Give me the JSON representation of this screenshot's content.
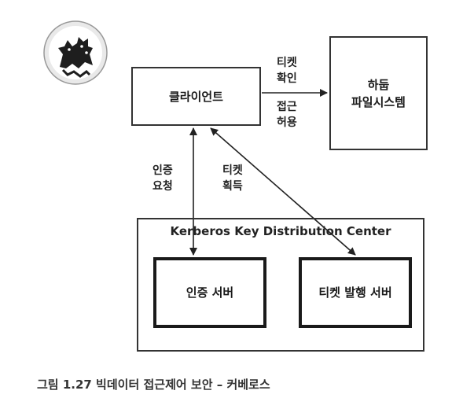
{
  "nodes": {
    "client": "클라이언트",
    "hadoop_fs": [
      "하둡",
      "파일시스템"
    ],
    "kdc_title": "Kerberos Key Distribution Center",
    "auth_server": "인증 서버",
    "ticket_server": "티켓 발행 서버"
  },
  "edges": {
    "ticket_verify": [
      "티켓",
      "확인"
    ],
    "access_allow": [
      "접근",
      "허용"
    ],
    "auth_request": [
      "인증",
      "요청"
    ],
    "ticket_obtain": [
      "티켓",
      "획득"
    ]
  },
  "caption": "그림 1.27 빅데이터 접근제어 보안 – 커베로스",
  "logo_icon": "three-headed-dog-icon"
}
